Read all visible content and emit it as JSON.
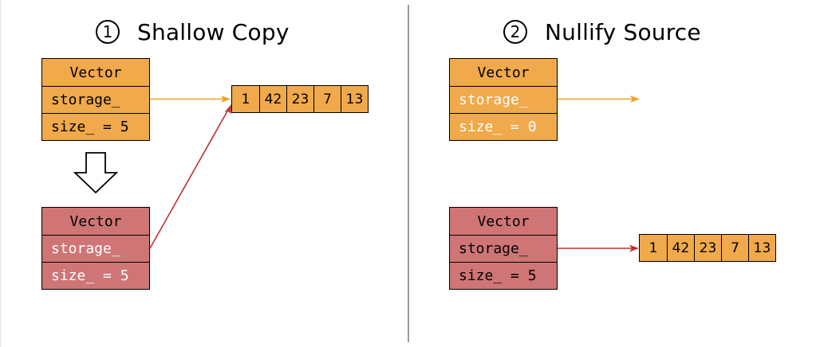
{
  "panels": [
    {
      "number": "1",
      "title": "Shallow Copy"
    },
    {
      "number": "2",
      "title": "Nullify Source"
    }
  ],
  "source_vector_1": {
    "header": "Vector",
    "storage": "storage_",
    "size": "size_ = 5"
  },
  "copy_vector_1": {
    "header": "Vector",
    "storage": "storage_",
    "size": "size_ = 5"
  },
  "source_vector_2": {
    "header": "Vector",
    "storage": "storage_",
    "size": "size_ = 0"
  },
  "target_vector_2": {
    "header": "Vector",
    "storage": "storage_",
    "size": "size_ = 5"
  },
  "array_1": [
    "1",
    "42",
    "23",
    "7",
    "13"
  ],
  "array_2": [
    "1",
    "42",
    "23",
    "7",
    "13"
  ],
  "colors": {
    "source_fill": "#f0a94b",
    "copy_fill": "#cf7575",
    "source_arrow": "#f0a020",
    "copy_arrow": "#c03030"
  },
  "icons": [
    "down-arrow-icon"
  ]
}
